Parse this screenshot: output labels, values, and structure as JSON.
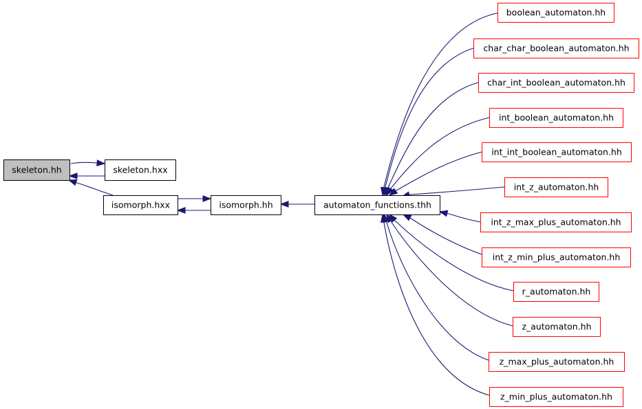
{
  "diagram": {
    "nodes": [
      {
        "id": "skeleton_hh",
        "label": "skeleton.hh",
        "style": "main"
      },
      {
        "id": "skeleton_hxx",
        "label": "skeleton.hxx",
        "style": "black"
      },
      {
        "id": "isomorph_hxx",
        "label": "isomorph.hxx",
        "style": "black"
      },
      {
        "id": "isomorph_hh",
        "label": "isomorph.hh",
        "style": "black"
      },
      {
        "id": "automaton_functions_thh",
        "label": "automaton_functions.thh",
        "style": "black"
      },
      {
        "id": "boolean_automaton_hh",
        "label": "boolean_automaton.hh",
        "style": "red"
      },
      {
        "id": "char_char_boolean_automaton_hh",
        "label": "char_char_boolean_automaton.hh",
        "style": "red"
      },
      {
        "id": "char_int_boolean_automaton_hh",
        "label": "char_int_boolean_automaton.hh",
        "style": "red"
      },
      {
        "id": "int_boolean_automaton_hh",
        "label": "int_boolean_automaton.hh",
        "style": "red"
      },
      {
        "id": "int_int_boolean_automaton_hh",
        "label": "int_int_boolean_automaton.hh",
        "style": "red"
      },
      {
        "id": "int_z_automaton_hh",
        "label": "int_z_automaton.hh",
        "style": "red"
      },
      {
        "id": "int_z_max_plus_automaton_hh",
        "label": "int_z_max_plus_automaton.hh",
        "style": "red"
      },
      {
        "id": "int_z_min_plus_automaton_hh",
        "label": "int_z_min_plus_automaton.hh",
        "style": "red"
      },
      {
        "id": "r_automaton_hh",
        "label": "r_automaton.hh",
        "style": "red"
      },
      {
        "id": "z_automaton_hh",
        "label": "z_automaton.hh",
        "style": "red"
      },
      {
        "id": "z_max_plus_automaton_hh",
        "label": "z_max_plus_automaton.hh",
        "style": "red"
      },
      {
        "id": "z_min_plus_automaton_hh",
        "label": "z_min_plus_automaton.hh",
        "style": "red"
      }
    ],
    "edges": [
      {
        "from": "skeleton_hh",
        "to": "skeleton_hxx"
      },
      {
        "from": "skeleton_hxx",
        "to": "skeleton_hh"
      },
      {
        "from": "isomorph_hxx",
        "to": "skeleton_hh"
      },
      {
        "from": "isomorph_hxx",
        "to": "isomorph_hh"
      },
      {
        "from": "isomorph_hh",
        "to": "isomorph_hxx"
      },
      {
        "from": "automaton_functions_thh",
        "to": "isomorph_hh"
      },
      {
        "from": "boolean_automaton_hh",
        "to": "automaton_functions_thh"
      },
      {
        "from": "char_char_boolean_automaton_hh",
        "to": "automaton_functions_thh"
      },
      {
        "from": "char_int_boolean_automaton_hh",
        "to": "automaton_functions_thh"
      },
      {
        "from": "int_boolean_automaton_hh",
        "to": "automaton_functions_thh"
      },
      {
        "from": "int_int_boolean_automaton_hh",
        "to": "automaton_functions_thh"
      },
      {
        "from": "int_z_automaton_hh",
        "to": "automaton_functions_thh"
      },
      {
        "from": "int_z_max_plus_automaton_hh",
        "to": "automaton_functions_thh"
      },
      {
        "from": "int_z_min_plus_automaton_hh",
        "to": "automaton_functions_thh"
      },
      {
        "from": "r_automaton_hh",
        "to": "automaton_functions_thh"
      },
      {
        "from": "z_automaton_hh",
        "to": "automaton_functions_thh"
      },
      {
        "from": "z_max_plus_automaton_hh",
        "to": "automaton_functions_thh"
      },
      {
        "from": "z_min_plus_automaton_hh",
        "to": "automaton_functions_thh"
      }
    ],
    "colors": {
      "edge": "#191970",
      "main_fill": "#bfbfbf",
      "node_border": "#000000",
      "truncated_border": "#ff0000",
      "background": "#ffffff"
    }
  }
}
